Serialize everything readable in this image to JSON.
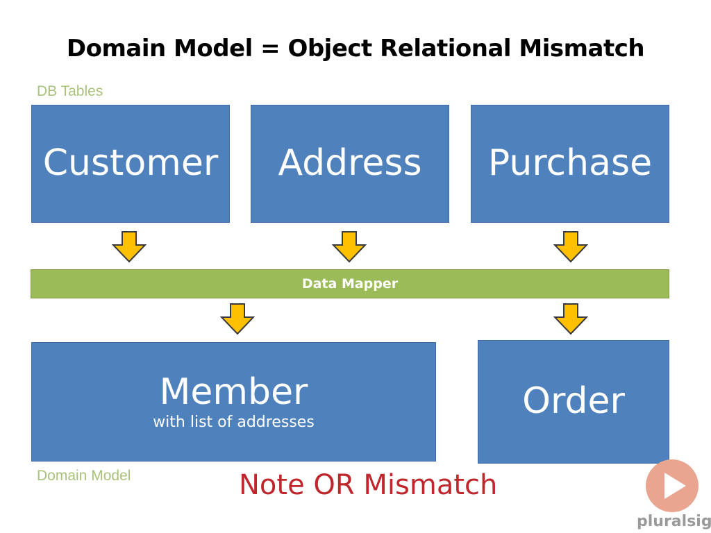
{
  "title": "Domain Model = Object Relational Mismatch",
  "labels": {
    "db_tables": "DB Tables",
    "domain_model": "Domain Model"
  },
  "db_tables": [
    {
      "name": "Customer"
    },
    {
      "name": "Address"
    },
    {
      "name": "Purchase"
    }
  ],
  "mapper": {
    "label": "Data Mapper"
  },
  "domain_objects": [
    {
      "name": "Member",
      "subtitle": "with list of addresses"
    },
    {
      "name": "Order"
    }
  ],
  "note": "Note OR Mismatch",
  "brand": {
    "name": "pluralsight"
  },
  "colors": {
    "box": "#4f81bd",
    "mapper": "#9bbb59",
    "arrow": "#ffc000",
    "note": "#c0272d",
    "label": "#a9c27a"
  },
  "icons": [
    "arrow-down-icon",
    "play-icon"
  ]
}
